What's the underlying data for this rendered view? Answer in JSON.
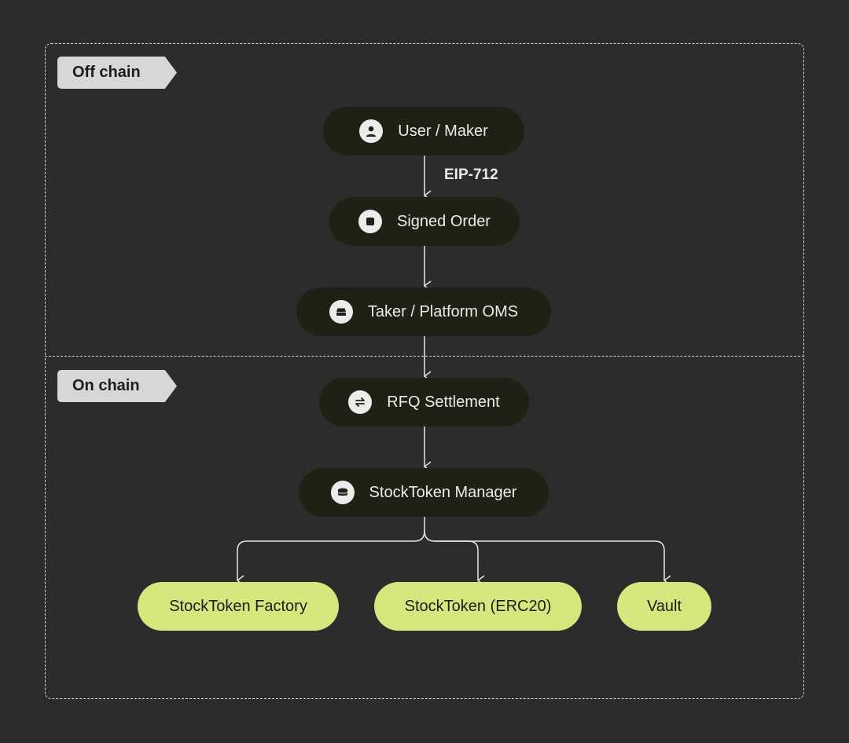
{
  "regions": {
    "off_chain": "Off chain",
    "on_chain": "On chain"
  },
  "nodes": {
    "user": {
      "label": "User / Maker",
      "icon": "user-icon"
    },
    "signed_order": {
      "label": "Signed Order",
      "icon": "document-icon"
    },
    "taker": {
      "label": "Taker / Platform OMS",
      "icon": "server-icon"
    },
    "rfq": {
      "label": "RFQ Settlement",
      "icon": "swap-icon"
    },
    "manager": {
      "label": "StockToken Manager",
      "icon": "database-icon"
    },
    "factory": {
      "label": "StockToken Factory"
    },
    "erc20": {
      "label": "StockToken (ERC20)"
    },
    "vault": {
      "label": "Vault"
    }
  },
  "edges": {
    "user_to_signed_label": "EIP-712"
  },
  "colors": {
    "background": "#2c2c2c",
    "node_dark": "#1e2214",
    "node_accent": "#d4e87d",
    "tag": "#d7d7d7",
    "line": "#e6e6e6"
  }
}
